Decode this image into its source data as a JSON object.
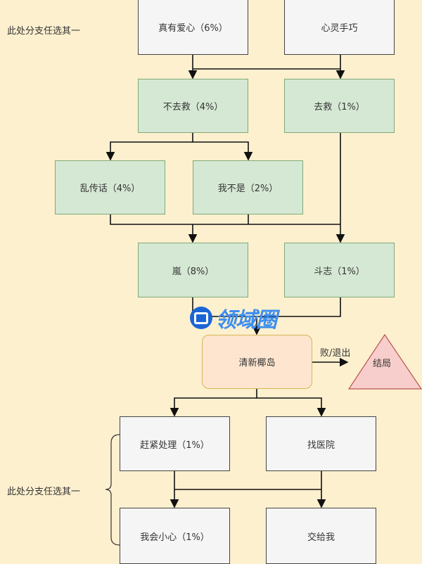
{
  "notes": {
    "top": "此处分支任选其一",
    "bottom": "此处分支任选其一"
  },
  "nodes": {
    "zhenyou": "真有爱心（6%）",
    "xinling": "心灵手巧",
    "buqujiu": "不去救（4%）",
    "qujiu": "去救（1%）",
    "luanchuan": "乱传话（4%）",
    "wobushi": "我不是（2%）",
    "lan": "嵐（8%）",
    "douzhi": "斗志（1%）",
    "qingxin": "清新椰岛",
    "jieju": "结局",
    "ganjin": "赶紧处理（1%）",
    "zhaoyiyuan": "找医院",
    "wohui": "我会小心（1%）",
    "jiaogei": "交给我"
  },
  "edge_labels": {
    "fail_exit": "败/退出"
  },
  "watermark": "领域圈"
}
